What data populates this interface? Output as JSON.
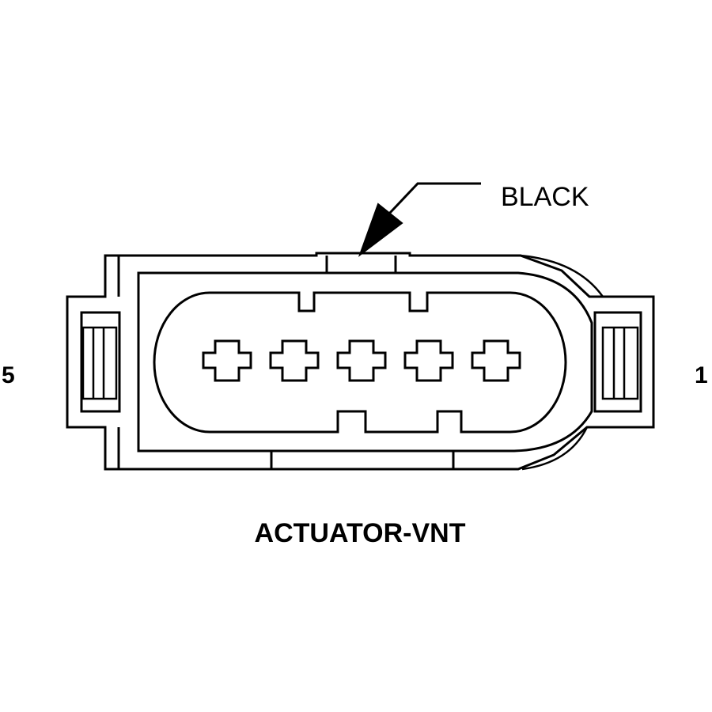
{
  "diagram": {
    "callout_label": "BLACK",
    "pin_left_label": "5",
    "pin_right_label": "1",
    "title": "ACTUATOR-VNT",
    "pin_count": 5,
    "line_color": "#000000",
    "background_color": "#ffffff"
  }
}
